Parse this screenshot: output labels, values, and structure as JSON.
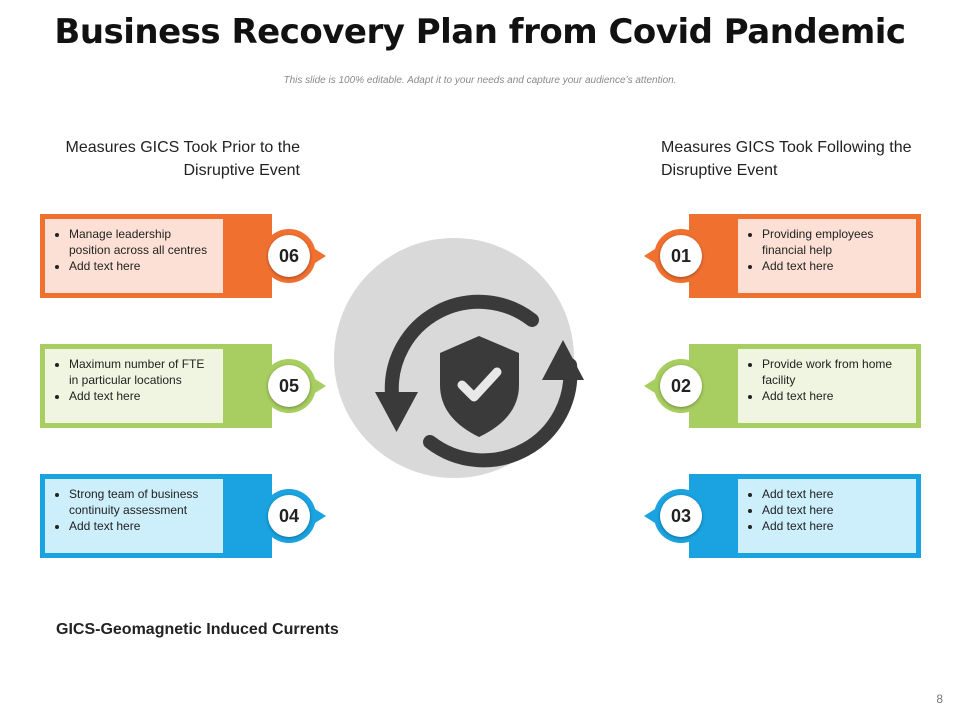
{
  "title": "Business Recovery Plan from Covid Pandemic",
  "subtitle": "This slide is 100% editable. Adapt it to your needs and capture your audience’s attention.",
  "left_heading": "Measures GICS Took Prior to the Disruptive Event",
  "right_heading": "Measures GICS Took Following the Disruptive Event",
  "cards": [
    {
      "number": "06",
      "color": "#f07030",
      "fill": "#fde0d5",
      "bullets": [
        "Manage leadership position across all centres",
        "Add text here"
      ]
    },
    {
      "number": "05",
      "color": "#a8cd60",
      "fill": "#eff5e0",
      "bullets": [
        "Maximum number of FTE in particular locations",
        "Add text here"
      ]
    },
    {
      "number": "04",
      "color": "#1aa3e0",
      "fill": "#cdeefb",
      "bullets": [
        "Strong team of business continuity assessment",
        "Add text here"
      ]
    },
    {
      "number": "01",
      "color": "#f07030",
      "fill": "#fde0d5",
      "bullets": [
        "Providing employees financial help",
        "Add text here"
      ]
    },
    {
      "number": "02",
      "color": "#a8cd60",
      "fill": "#eff5e0",
      "bullets": [
        "Provide work from home facility",
        "Add text here"
      ]
    },
    {
      "number": "03",
      "color": "#1aa3e0",
      "fill": "#cdeefb",
      "bullets": [
        "Add text here",
        "Add text here",
        "Add text here"
      ]
    }
  ],
  "center_icon": "shield-check-refresh-icon",
  "footnote": "GICS-Geomagnetic Induced Currents",
  "page_number": "8"
}
